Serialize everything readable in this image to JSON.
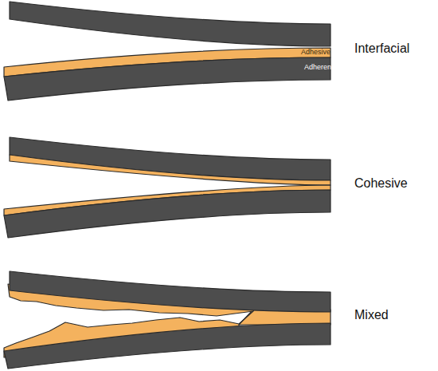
{
  "diagram": {
    "labels": [
      "Adhesive",
      "Adherend",
      "Interfacial",
      "Cohesive",
      "Mixed"
    ]
  }
}
